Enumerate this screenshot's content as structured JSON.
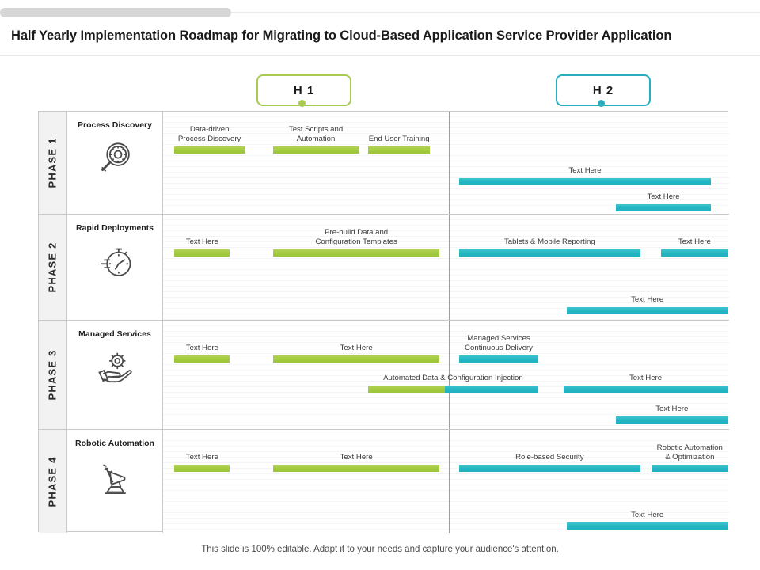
{
  "title": "Half Yearly Implementation Roadmap for Migrating to Cloud-Based Application Service Provider Application",
  "footer": "This slide is 100% editable. Adapt it to your needs and capture your audience's attention.",
  "colors": {
    "h1_accent": "#a8cb50",
    "h2_accent": "#2aadbd",
    "bar_green": "#a2c93e",
    "bar_cyan": "#23b5c2",
    "phase_cell_bg": "#f2f2f2",
    "grid_line": "#c9c9c9"
  },
  "headers": [
    {
      "label": "H 1",
      "accent": "#a8cb50"
    },
    {
      "label": "H 2",
      "accent": "#2aadbd"
    }
  ],
  "chart_data": {
    "type": "bar",
    "title": "Half Yearly Implementation Roadmap for Migrating to Cloud-Based Application Service Provider Application",
    "xlabel": "",
    "ylabel": "",
    "grid": true,
    "legend": "none",
    "timeline_halves": [
      "H 1",
      "H 2"
    ],
    "categories": [
      "PHASE 1",
      "PHASE 2",
      "PHASE 3",
      "PHASE 4"
    ],
    "rows": [
      {
        "phase": "PHASE 1",
        "workstream": "Process Discovery",
        "icon": "magnifier-gear-icon",
        "tasks": [
          {
            "label": "Data-driven\nProcess Discovery",
            "half": "H 1",
            "color": "green",
            "lane": 1,
            "start_pct": 2.0,
            "width_pct": 12.4
          },
          {
            "label": "Test Scripts and\nAutomation",
            "half": "H 1",
            "color": "green",
            "lane": 1,
            "start_pct": 19.5,
            "width_pct": 15.0
          },
          {
            "label": "End User Training",
            "half": "H 1",
            "color": "green",
            "lane": 1,
            "start_pct": 36.2,
            "width_pct": 11.0
          },
          {
            "label": "Text Here",
            "half": "H 2",
            "color": "cyan",
            "lane": 2,
            "start_pct": 52.3,
            "width_pct": 44.5
          },
          {
            "label": "Text Here",
            "half": "H 2",
            "color": "cyan",
            "lane": 3,
            "start_pct": 80.0,
            "width_pct": 16.8
          }
        ]
      },
      {
        "phase": "PHASE 2",
        "workstream": "Rapid Deployments",
        "icon": "stopwatch-icon",
        "tasks": [
          {
            "label": "Text Here",
            "half": "H 1",
            "color": "green",
            "lane": 1,
            "start_pct": 2.0,
            "width_pct": 9.8
          },
          {
            "label": "Pre-build Data and\nConfiguration Templates",
            "half": "H 1",
            "color": "green",
            "lane": 1,
            "start_pct": 19.5,
            "width_pct": 29.3
          },
          {
            "label": "Tablets & Mobile Reporting",
            "half": "H 2",
            "color": "cyan",
            "lane": 1,
            "start_pct": 52.3,
            "width_pct": 32.0
          },
          {
            "label": "Text Here",
            "half": "H 2",
            "color": "cyan",
            "lane": 1,
            "start_pct": 88.0,
            "width_pct": 11.8
          },
          {
            "label": "Text Here",
            "half": "H 2",
            "color": "cyan",
            "lane": 3,
            "start_pct": 71.3,
            "width_pct": 28.5
          }
        ]
      },
      {
        "phase": "PHASE 3",
        "workstream": "Managed Services",
        "icon": "gear-in-hand-icon",
        "tasks": [
          {
            "label": "Text Here",
            "half": "H 1",
            "color": "green",
            "lane": 1,
            "start_pct": 2.0,
            "width_pct": 9.8
          },
          {
            "label": "Text Here",
            "half": "H 1",
            "color": "green",
            "lane": 1,
            "start_pct": 19.5,
            "width_pct": 29.3
          },
          {
            "label": "Managed Services\nContinuous Delivery",
            "half": "H 2",
            "color": "cyan",
            "lane": 1,
            "start_pct": 52.3,
            "width_pct": 14.0
          },
          {
            "label": "Automated Data & Configuration Injection",
            "half": "both",
            "color": "split",
            "lane": 2,
            "start_pct": 36.2,
            "width_pct": 30.1,
            "split_pct": 45.0
          },
          {
            "label": "Text Here",
            "half": "H 2",
            "color": "cyan",
            "lane": 2,
            "start_pct": 70.7,
            "width_pct": 29.1
          },
          {
            "label": "Text Here",
            "half": "H 2",
            "color": "cyan",
            "lane": 3,
            "start_pct": 80.0,
            "width_pct": 19.8
          }
        ]
      },
      {
        "phase": "PHASE 4",
        "workstream": "Robotic Automation",
        "icon": "robot-arm-icon",
        "tasks": [
          {
            "label": "Text Here",
            "half": "H 1",
            "color": "green",
            "lane": 1,
            "start_pct": 2.0,
            "width_pct": 9.8
          },
          {
            "label": "Text Here",
            "half": "H 1",
            "color": "green",
            "lane": 1,
            "start_pct": 19.5,
            "width_pct": 29.3
          },
          {
            "label": "Role-based Security",
            "half": "H 2",
            "color": "cyan",
            "lane": 1,
            "start_pct": 52.3,
            "width_pct": 32.0
          },
          {
            "label": "Robotic Automation\n& Optimization",
            "half": "H 2",
            "color": "cyan",
            "lane": 1,
            "start_pct": 86.3,
            "width_pct": 13.5
          },
          {
            "label": "Text Here",
            "half": "H 2",
            "color": "cyan",
            "lane": 3,
            "start_pct": 71.3,
            "width_pct": 28.5
          }
        ]
      }
    ]
  }
}
